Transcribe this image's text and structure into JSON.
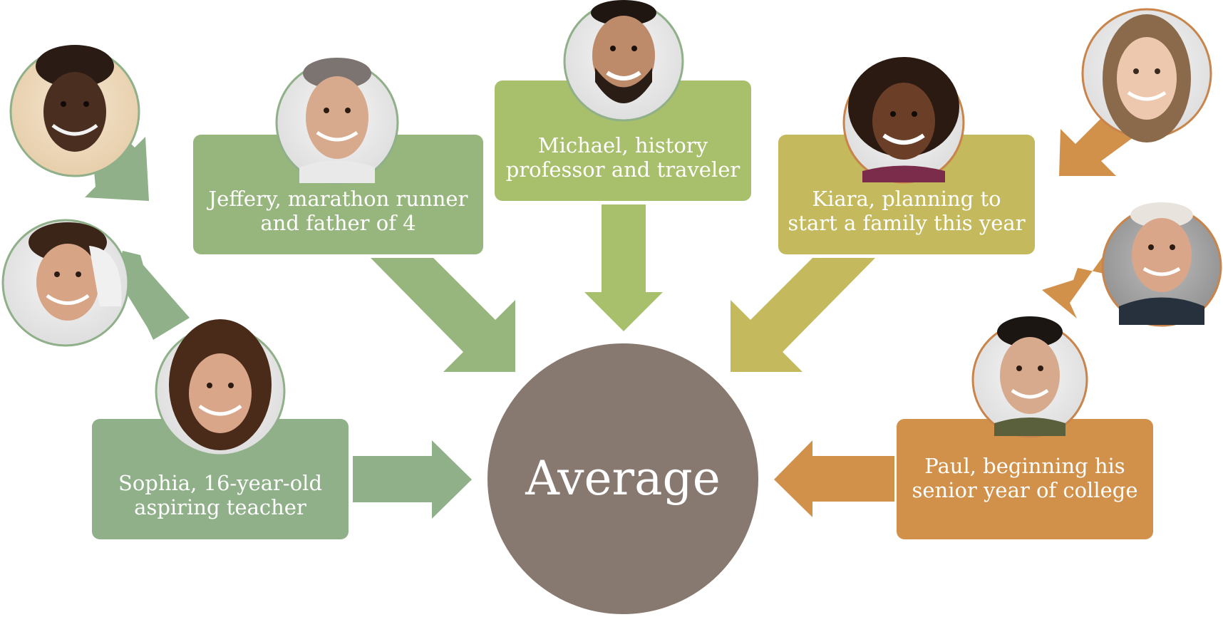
{
  "center": {
    "label": "Average",
    "color": "#877870"
  },
  "colors": {
    "sage": "#8fb088",
    "green": "#97b67e",
    "olive_green": "#a8bf6c",
    "olive": "#c4b95d",
    "orange": "#d2914a",
    "photo_border_green": "#8fb088",
    "photo_border_orange": "#c8844a"
  },
  "people": [
    {
      "key": "jeffery",
      "line1": "Jeffery, marathon runner",
      "line2": "and father of 4",
      "color": "green"
    },
    {
      "key": "michael",
      "line1": "Michael, history",
      "line2": "professor and traveler",
      "color": "olive_green"
    },
    {
      "key": "kiara",
      "line1": "Kiara, planning to",
      "line2": "start a family this year",
      "color": "olive"
    },
    {
      "key": "sophia",
      "line1": "Sophia, 16-year-old",
      "line2": "aspiring teacher",
      "color": "sage"
    },
    {
      "key": "paul",
      "line1": "Paul, beginning his",
      "line2": "senior year of college",
      "color": "orange"
    }
  ],
  "unlabeled_people": [
    {
      "key": "girl",
      "color": "sage"
    },
    {
      "key": "boy",
      "color": "sage"
    },
    {
      "key": "young-woman",
      "color": "orange"
    },
    {
      "key": "older-man",
      "color": "orange"
    }
  ]
}
